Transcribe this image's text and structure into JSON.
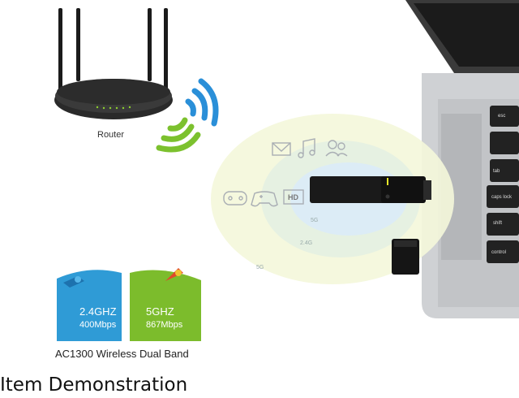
{
  "image": {
    "router_label": "Router",
    "coverage_zones": [
      "5G",
      "2.4G",
      "5G"
    ],
    "device_icons": [
      "mail-icon",
      "music-icon",
      "users-icon",
      "gamepad-icon",
      "controller-icon",
      "hd-icon"
    ],
    "hd_icon_text": "HD",
    "keyboard_keys": [
      "esc",
      "tab",
      "caps lock",
      "shift",
      "control"
    ],
    "bands": [
      {
        "name": "2.4GHZ",
        "speed": "400Mbps",
        "color": "#2f9bd6"
      },
      {
        "name": "5GHZ",
        "speed": "867Mbps",
        "color": "#7cbc2c"
      }
    ],
    "caption": "AC1300 Wireless Dual Band",
    "colors": {
      "wifi_blue": "#2a8fd8",
      "wifi_green": "#7cc12e",
      "dongle": "#1a1a1a",
      "accent_yellow": "#e5e52a"
    }
  },
  "footer": {
    "title": "Item Demonstration"
  }
}
